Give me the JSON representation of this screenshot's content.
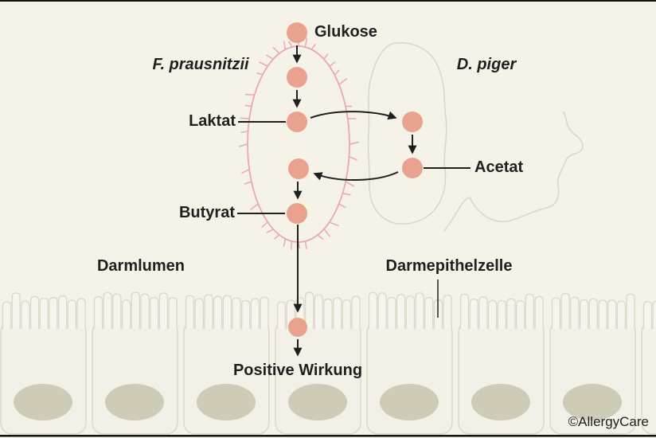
{
  "labels": {
    "glukose": "Glukose",
    "f_prausnitzii": "F. prausnitzii",
    "d_piger": "D. piger",
    "laktat": "Laktat",
    "acetat": "Acetat",
    "butyrat": "Butyrat",
    "darmlumen": "Darmlumen",
    "darmepithelzelle": "Darmepithelzelle",
    "positive_wirkung": "Positive Wirkung"
  },
  "credit": "©AllergyCare",
  "colors": {
    "background": "#f5f3e7",
    "metabolite_dot": "#e9a28e",
    "f_prausnitzii_outline": "#eda6b4",
    "d_piger_outline": "#dbd7c8",
    "epithelium_outline": "#dcd8c8",
    "epithelium_fill": "#f3f1e7",
    "villi_fill": "#f6f4ec",
    "nucleus": "#cecbb7",
    "ink": "#1f1f1f",
    "border_line": "#111111"
  }
}
